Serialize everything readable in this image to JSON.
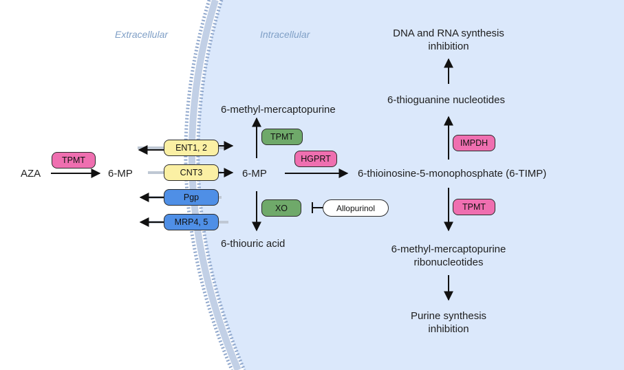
{
  "zones": {
    "extracellular": "Extracellular",
    "intracellular": "Intracellular"
  },
  "nodes": {
    "aza": "AZA",
    "mp_out": "6-MP",
    "mp_in": "6-MP",
    "mmp": "6-methyl-mercaptopurine",
    "thiouric": "6-thiouric acid",
    "timp": "6-thioinosine-5-monophosphate (6-TIMP)",
    "tgn": "6-thioguanine nucleotides",
    "dna_line1": "DNA and RNA synthesis",
    "dna_line2": "inhibition",
    "mmpr_line1": "6-methyl-mercaptopurine",
    "mmpr_line2": "ribonucleotides",
    "purine_line1": "Purine synthesis",
    "purine_line2": "inhibition"
  },
  "enzymes": {
    "tpmt_aza": "TPMT",
    "tpmt_mmp": "TPMT",
    "hgprt": "HGPRT",
    "xo": "XO",
    "allopurinol": "Allopurinol",
    "impdh": "IMPDH",
    "tpmt_timp": "TPMT"
  },
  "transporters": {
    "ent": "ENT1, 2",
    "cnt3": "CNT3",
    "pgp": "Pgp",
    "mrp": "MRP4, 5"
  },
  "colors": {
    "intracellular_fill": "#dbe8fb",
    "membrane": "#8fa7cc",
    "enzyme_pink": "#ef6fb0",
    "enzyme_green": "#6fa96a",
    "transporter_yellow": "#fbf0a4",
    "transporter_blue": "#4f8fe6"
  }
}
